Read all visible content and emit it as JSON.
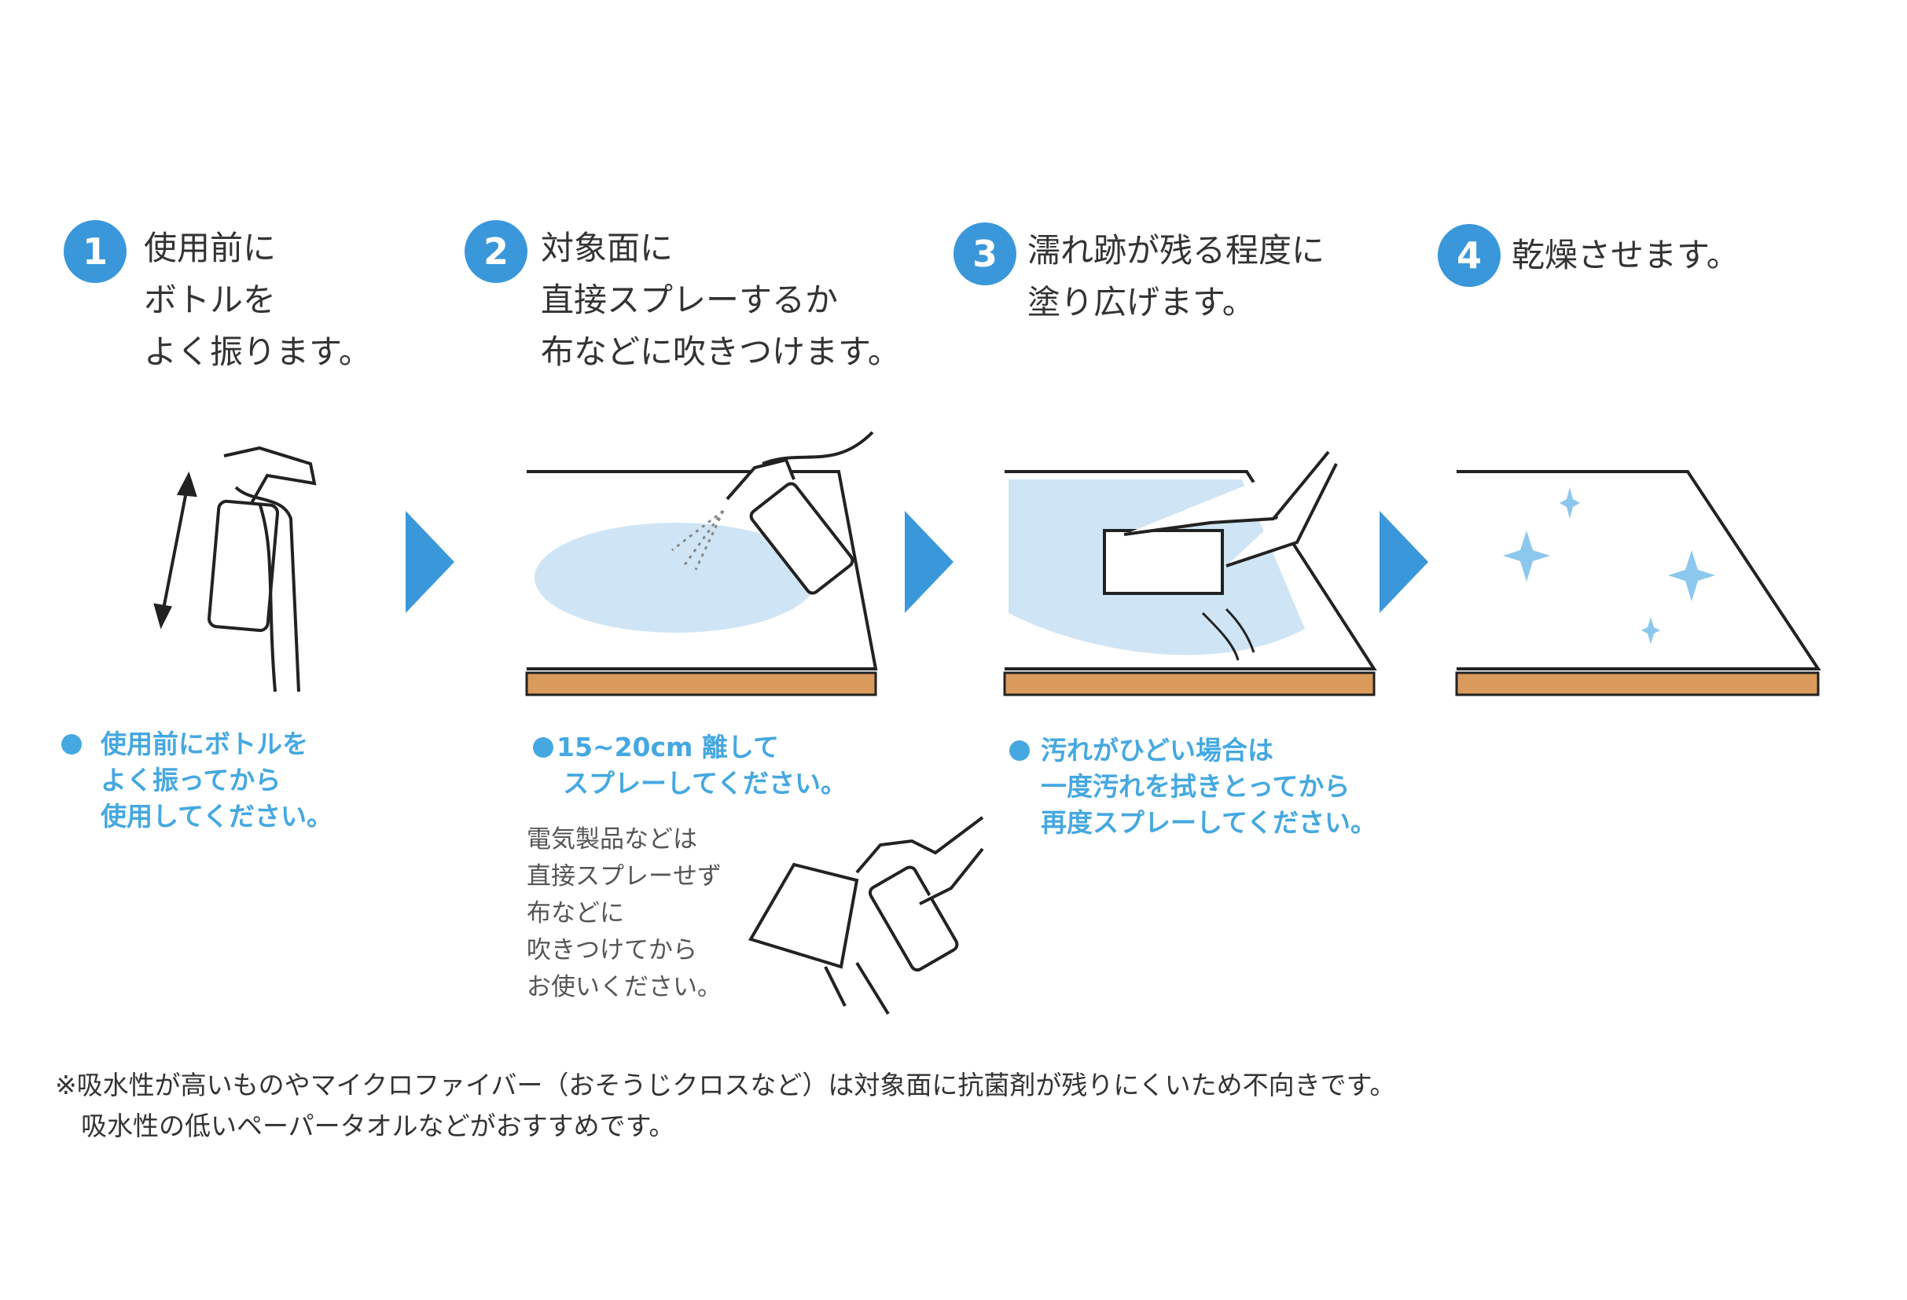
{
  "colors": {
    "accent": "#3a98da",
    "note": "#45a8e0",
    "wood": "#d99a5c",
    "wet": "#cfe5f5"
  },
  "steps": [
    {
      "number": "1",
      "lines": [
        "使用前に",
        "ボトルを",
        "よく振ります。"
      ]
    },
    {
      "number": "2",
      "lines": [
        "対象面に",
        "直接スプレーするか",
        "布などに吹きつけます。"
      ]
    },
    {
      "number": "3",
      "lines": [
        "濡れ跡が残る程度に",
        "塗り広げます。"
      ]
    },
    {
      "number": "4",
      "lines": [
        "乾燥させます。"
      ]
    }
  ],
  "notes": {
    "step1": [
      "使用前にボトルを",
      "よく振ってから",
      "使用してください。"
    ],
    "step2": [
      "15~20cm 離して",
      "スプレーしてください。"
    ],
    "step3": [
      "汚れがひどい場合は",
      "一度汚れを拭きとってから",
      "再度スプレーしてください。"
    ]
  },
  "electric_note": [
    "電気製品などは",
    "直接スプレーせず",
    "布などに",
    "吹きつけてから",
    "お使いください。"
  ],
  "footnote": [
    "※吸水性が高いものやマイクロファイバー（おそうじクロスなど）は対象面に抗菌剤が残りにくいため不向きです。",
    "　吸水性の低いペーパータオルなどがおすすめです。"
  ]
}
